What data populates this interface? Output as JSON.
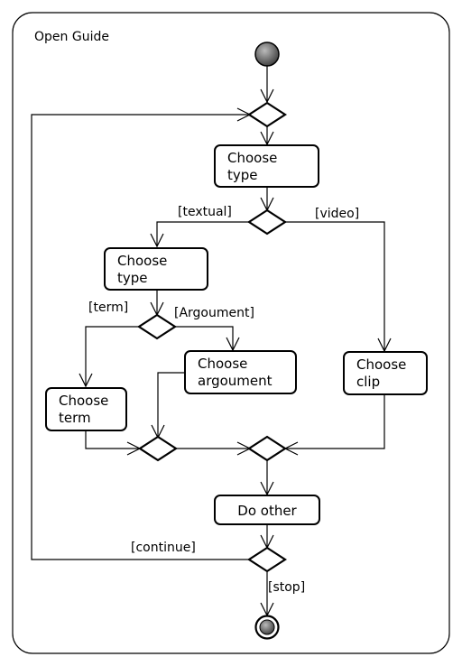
{
  "frame": {
    "title": "Open Guide"
  },
  "actions": {
    "choose_type_main": [
      "Choose",
      "type"
    ],
    "choose_type_textual": [
      "Choose",
      "type"
    ],
    "choose_argoument": [
      "Choose",
      "argoument"
    ],
    "choose_term": [
      "Choose",
      "term"
    ],
    "choose_clip": [
      "Choose",
      "clip"
    ],
    "do_other": "Do other"
  },
  "guards": {
    "textual": "[textual]",
    "video": "[video]",
    "term": "[term]",
    "argoument": "[Argoument]",
    "continue": "[continue]",
    "stop": "[stop]"
  }
}
